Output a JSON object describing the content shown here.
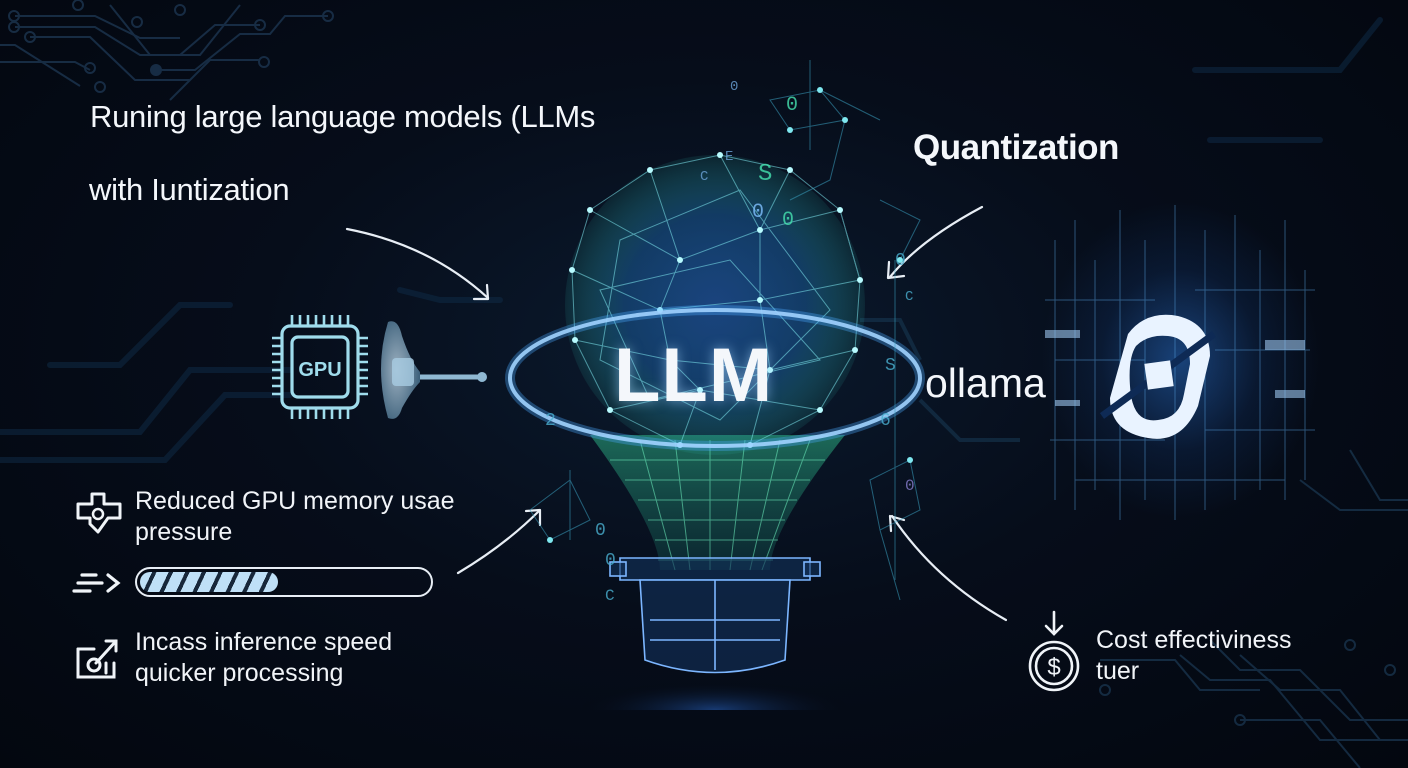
{
  "headline": {
    "line1": "Runing large language models (LLMs",
    "line2": "with Iuntization"
  },
  "right_heading": "Quantization",
  "center": {
    "label": "LLM",
    "icon": "neural-network-funnel-icon"
  },
  "gpu_icon": {
    "label": "GPU",
    "icon": "gpu-chip-icon",
    "secondary_icon": "funnel-probe-icon"
  },
  "ollama": {
    "label": "ollama",
    "icon": "ollama-logo-icon"
  },
  "features": [
    {
      "icon": "memory-puzzle-icon",
      "line1": "Reduced GPU memory usae",
      "line2": "pressure"
    },
    {
      "icon": "speed-chart-icon",
      "line1": "Incass inference speed",
      "line2": "quicker processing"
    },
    {
      "icon": "dollar-coin-down-icon",
      "line1": "Cost effectiviness",
      "line2": "tuer"
    }
  ],
  "progress": {
    "icon": "fast-forward-lines-icon",
    "percent": 47
  },
  "binary_glyphs": [
    "0",
    "0",
    "S",
    "0",
    "E",
    "C",
    "0",
    "0",
    "2",
    "S",
    "C",
    "0",
    "0",
    "6",
    "0",
    "C"
  ],
  "colors": {
    "background": "#05101e",
    "accent_blue": "#4aa8ff",
    "accent_green": "#3fe0a0",
    "text": "#f4f7fb",
    "circuit": "#17344f"
  }
}
